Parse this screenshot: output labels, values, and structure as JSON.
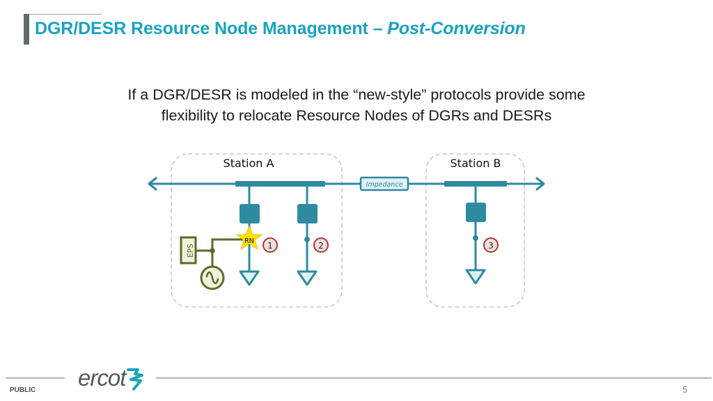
{
  "header": {
    "title_main": "DGR/DESR Resource Node Management – ",
    "title_italic": "Post-Conversion"
  },
  "body": {
    "line1": "If a DGR/DESR is modeled in the “new-style” protocols provide some",
    "line2": "flexibility to relocate Resource Nodes of DGRs and DESRs"
  },
  "diagram": {
    "station_a_label": "Station A",
    "station_b_label": "Station B",
    "impedance_label": "Impedance",
    "eps_label": "EPS",
    "rn_label": "RN",
    "markers": [
      "1",
      "2",
      "3"
    ],
    "icons": {
      "generator": "ac-generator-icon",
      "star": "resource-node-star-icon",
      "load": "load-triangle-icon",
      "breaker": "breaker-square-icon"
    },
    "colors": {
      "line": "#2e8aa0",
      "eps_green": "#5a6b2a",
      "star": "#ffe100",
      "marker_border": "#a83a3a",
      "marker_fill": "#f3dede",
      "dashed_box": "#bdbdbd"
    }
  },
  "footer": {
    "classification": "PUBLIC",
    "logo_text": "ercot",
    "page_number": "5"
  }
}
